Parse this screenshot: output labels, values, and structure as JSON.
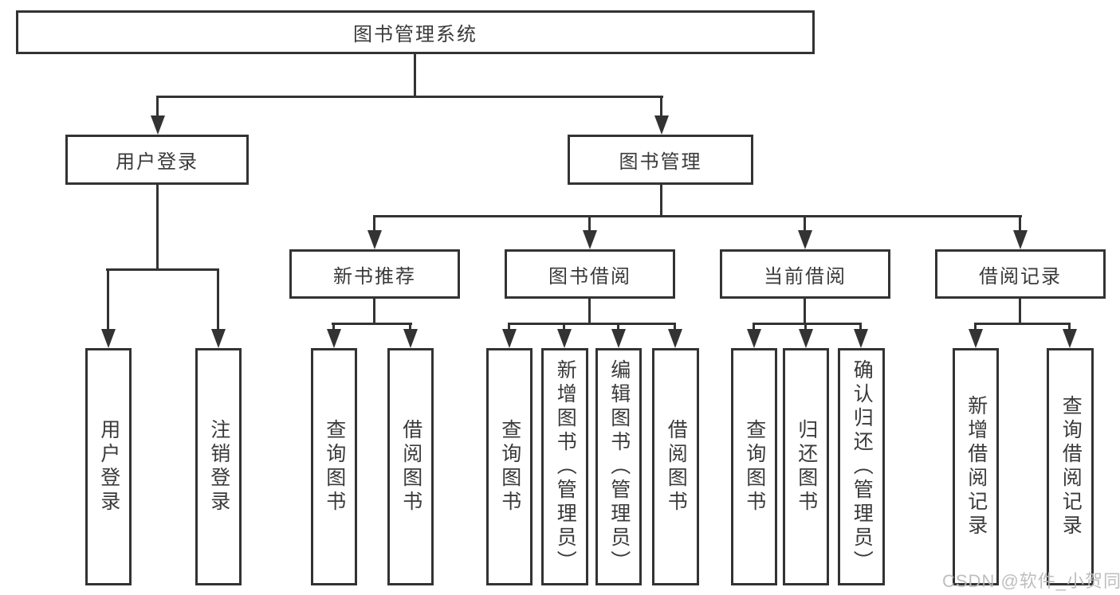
{
  "colors": {
    "line": "#333333",
    "text": "#3a3a3a",
    "watermark": "#b9b9b9",
    "background": "#ffffff"
  },
  "root": {
    "label": "图书管理系统"
  },
  "level2": {
    "user_login": {
      "label": "用户登录"
    },
    "book_mgmt": {
      "label": "图书管理"
    }
  },
  "level3": {
    "new_books": {
      "label": "新书推荐"
    },
    "book_borrow": {
      "label": "图书借阅"
    },
    "current_borrow": {
      "label": "当前借阅"
    },
    "borrow_records": {
      "label": "借阅记录"
    }
  },
  "leaves": {
    "user_login": {
      "login": "用户登录",
      "logout": "注销登录"
    },
    "new_books": {
      "query": "查询图书",
      "borrow": "借阅图书"
    },
    "book_borrow": {
      "query": "查询图书",
      "add": "新增图书（管理员）",
      "edit": "编辑图书（管理员）",
      "borrow": "借阅图书"
    },
    "current_borrow": {
      "query": "查询图书",
      "return": "归还图书",
      "confirm": "确认归还（管理员）"
    },
    "borrow_records": {
      "add": "新增借阅记录",
      "query": "查询借阅记录"
    }
  },
  "watermark": {
    "text": "CSDN @软件_小贺同学"
  }
}
